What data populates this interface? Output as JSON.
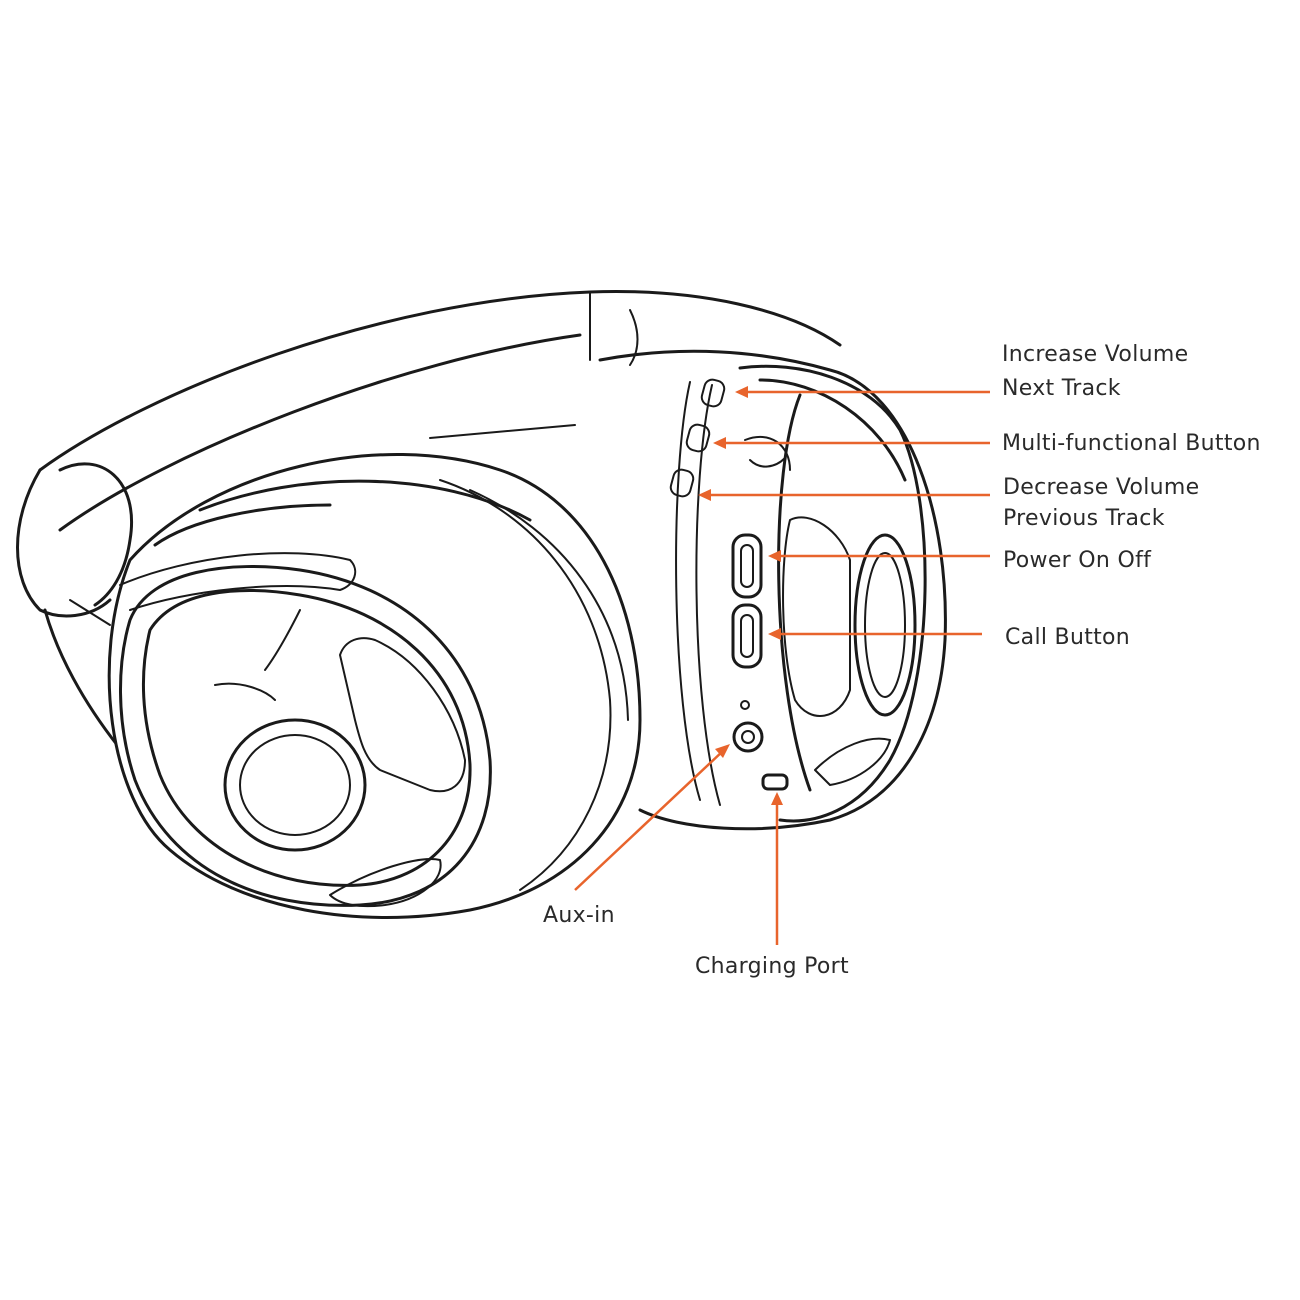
{
  "accent_color": "#e8642c",
  "line_color": "#1a1a1a",
  "labels": {
    "increase_volume": "Increase Volume",
    "next_track": "Next Track",
    "multi_function": "Multi-functional Button",
    "decrease_volume": "Decrease Volume",
    "previous_track": "Previous Track",
    "power": "Power On Off",
    "call": "Call Button",
    "aux": "Aux-in",
    "charging": "Charging Port"
  }
}
